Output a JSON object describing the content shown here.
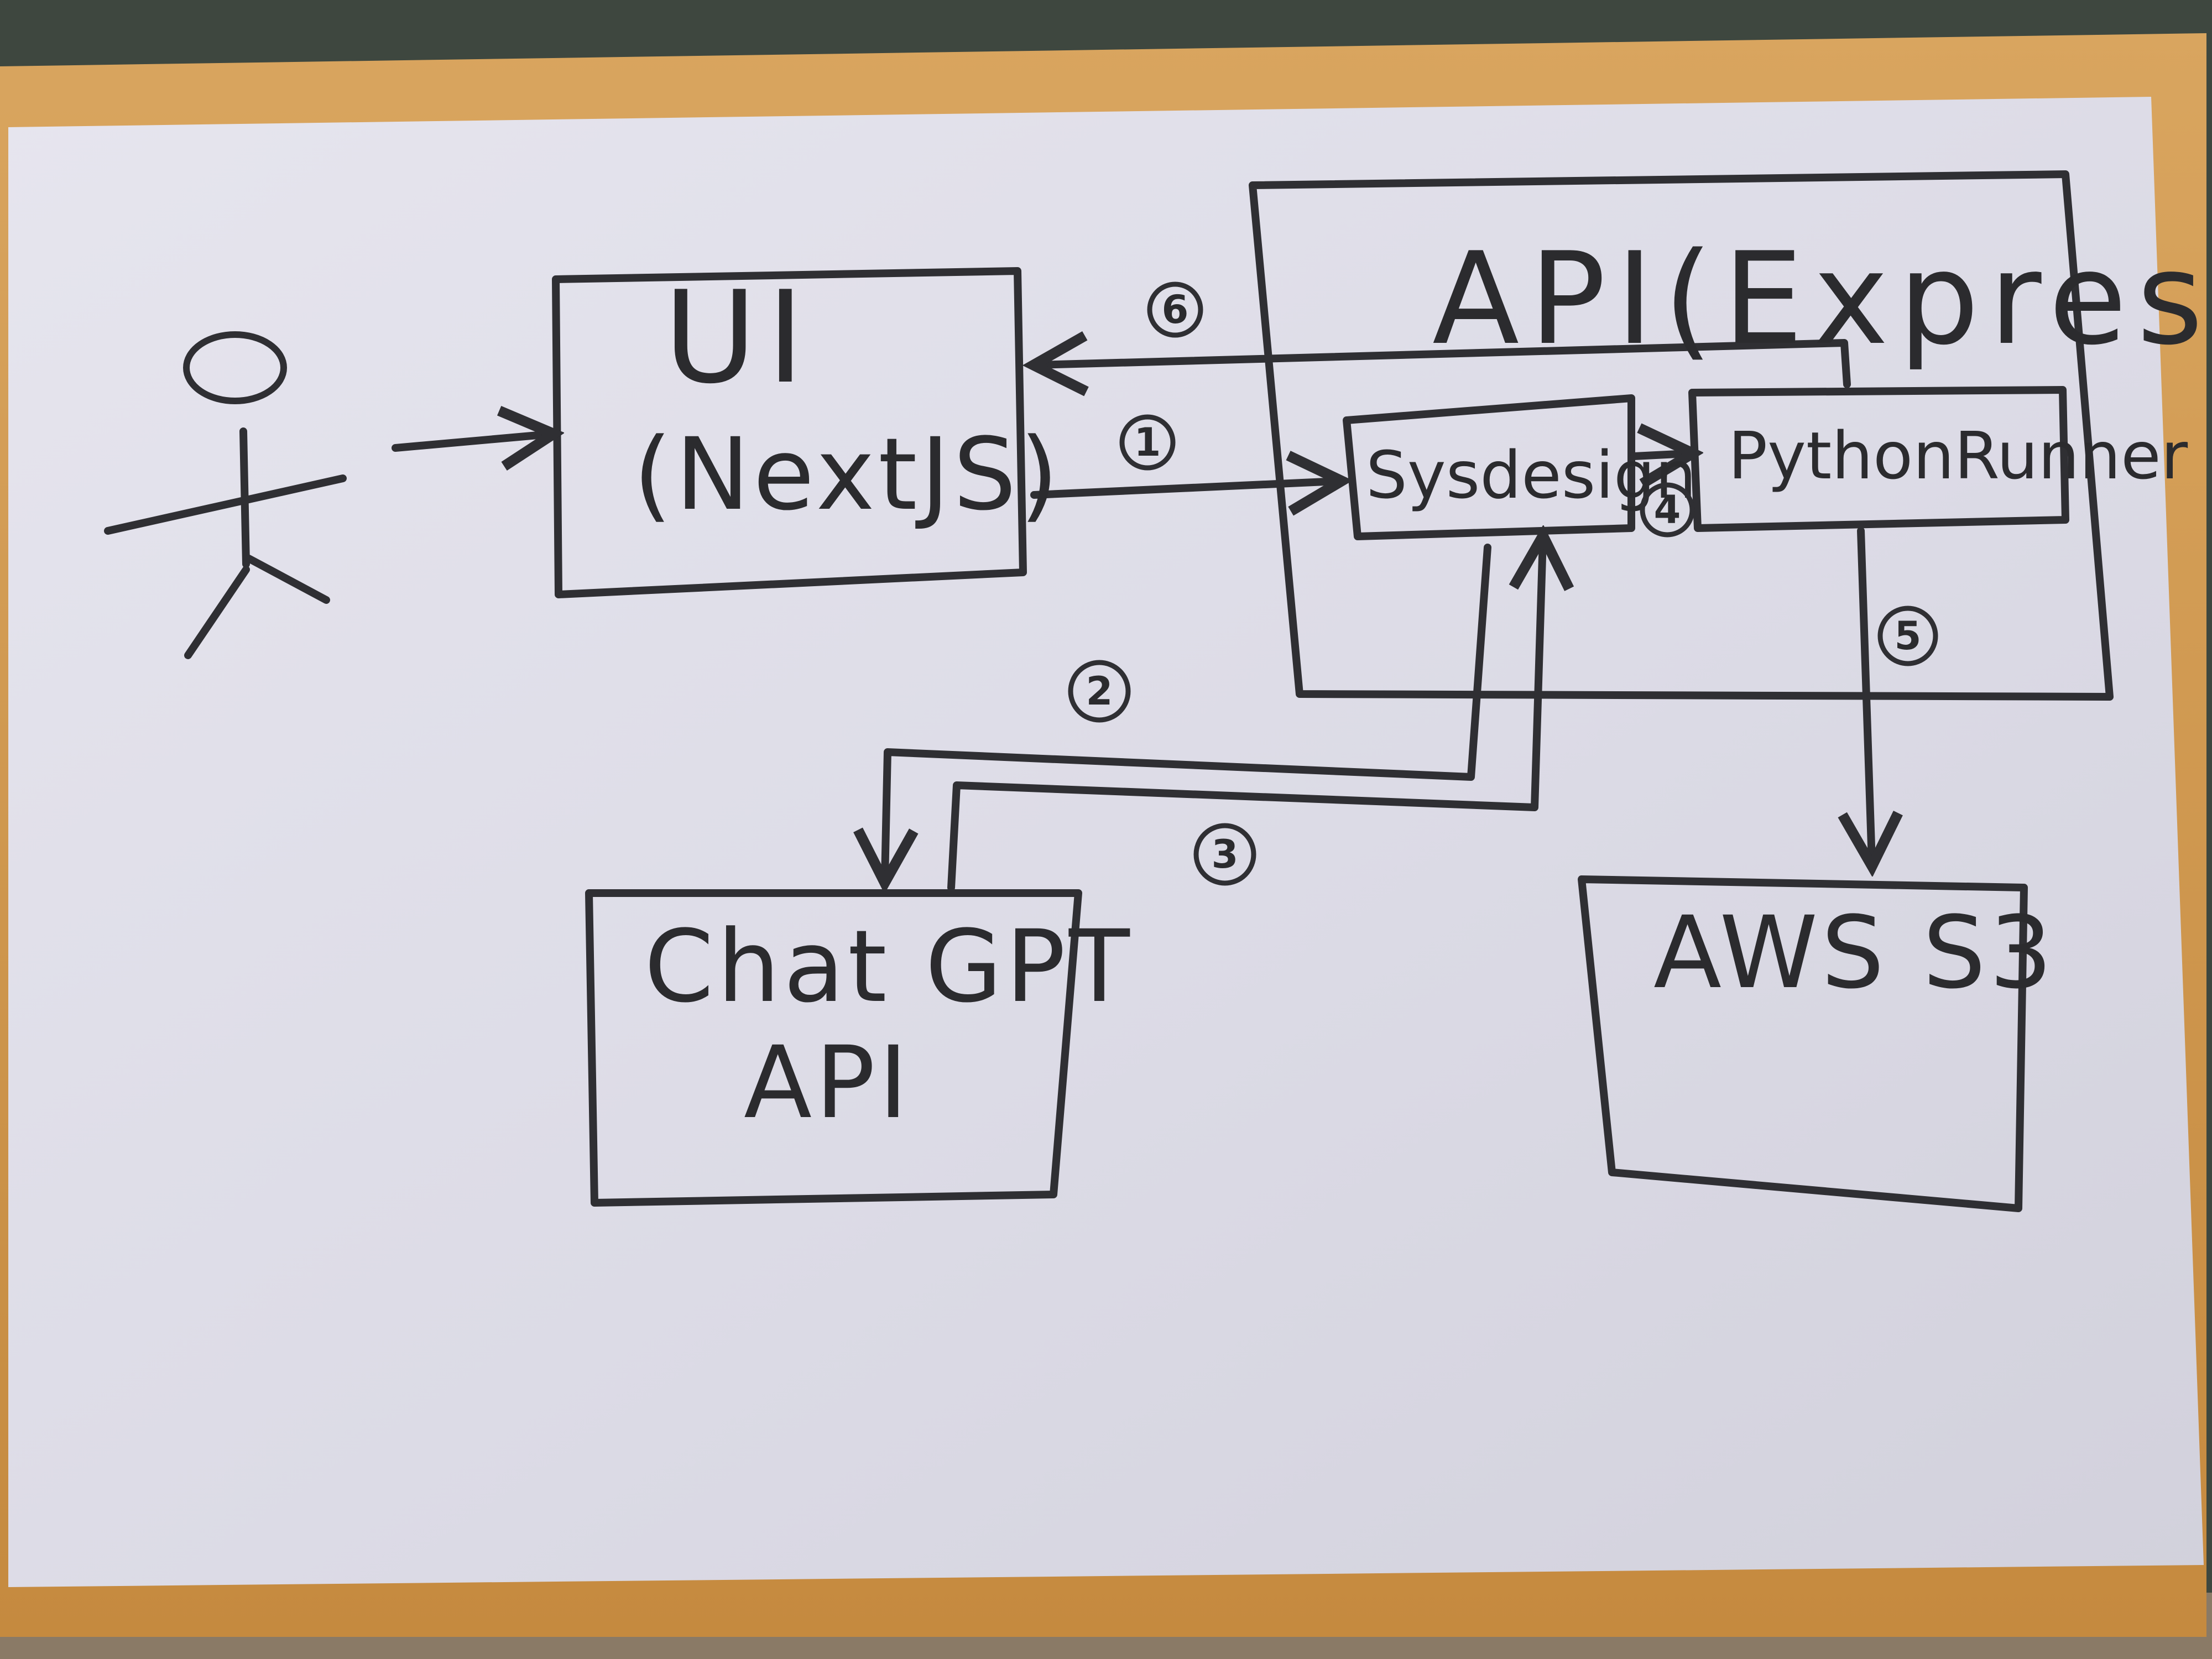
{
  "diagram": {
    "nodes": {
      "ui": {
        "title": "UI",
        "subtitle": "(NextJS)"
      },
      "api": {
        "title": "API(Express)"
      },
      "sysdesign": {
        "label": "Sysdesign"
      },
      "python_runner": {
        "label": "PythonRunner"
      },
      "chatgpt": {
        "line1": "Chat GPT",
        "line2": "API"
      },
      "aws": {
        "label": "AWS S3"
      }
    },
    "steps": [
      "1",
      "2",
      "3",
      "4",
      "5",
      "6"
    ],
    "edges": [
      {
        "from": "user",
        "to": "ui"
      },
      {
        "from": "ui",
        "to": "sysdesign",
        "step": "1"
      },
      {
        "from": "sysdesign",
        "to": "chatgpt",
        "step": "2"
      },
      {
        "from": "chatgpt",
        "to": "sysdesign",
        "step": "3"
      },
      {
        "from": "sysdesign",
        "to": "python_runner",
        "step": "4"
      },
      {
        "from": "python_runner",
        "to": "aws",
        "step": "5"
      },
      {
        "from": "python_runner",
        "to": "ui",
        "step": "6"
      }
    ]
  }
}
